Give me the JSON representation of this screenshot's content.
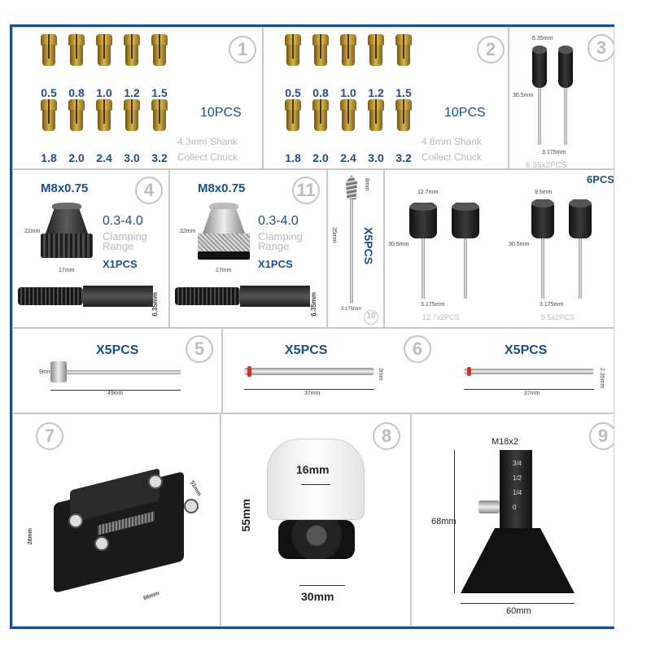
{
  "panels": {
    "p1": {
      "number": "1",
      "sizes_top": [
        "0.5",
        "0.8",
        "1.0",
        "1.2",
        "1.5"
      ],
      "sizes_bottom": [
        "1.8",
        "2.0",
        "2.4",
        "3.0",
        "3.2"
      ],
      "qty": "10PCS",
      "shank": "4.3mm Shank",
      "desc": "Collect Chuck"
    },
    "p2": {
      "number": "2",
      "sizes_top": [
        "0.5",
        "0.8",
        "1.0",
        "1.2",
        "1.5"
      ],
      "sizes_bottom": [
        "1.8",
        "2.0",
        "2.4",
        "3.0",
        "3.2"
      ],
      "qty": "10PCS",
      "shank": "4.8mm Shank",
      "desc": "Collect Chuck"
    },
    "p3": {
      "number": "3",
      "dim_top": "6.35mm",
      "dim_side": "30.5mm",
      "dim_bottom": "3.175mm",
      "label": "6.35x2PCS",
      "qty_total": "6PCS",
      "label_left": "12.7x2PCS",
      "label_right": "9.5x2PCS",
      "dim_left_top": "12.7mm",
      "dim_right_top": "9.5mm",
      "dim_left_side": "30.5mm",
      "dim_right_side": "30.5mm",
      "dim_left_bottom": "3.175mm",
      "dim_right_bottom": "3.175mm"
    },
    "p4": {
      "number": "4",
      "thread": "M8x0.75",
      "range": "0.3-4.0",
      "range_label1": "Clamping",
      "range_label2": "Range",
      "qty": "X1PCS",
      "dim_h": "22mm",
      "dim_w": "17mm",
      "dim_shank": "6.35mm"
    },
    "p11": {
      "number": "11",
      "thread": "M8x0.75",
      "range": "0.3-4.0",
      "range_label1": "Clamping",
      "range_label2": "Range",
      "qty": "X1PCS",
      "dim_h": "22mm",
      "dim_w": "17mm",
      "dim_shank": "6.35mm"
    },
    "p10": {
      "number": "10",
      "qty": "X5PCS",
      "dim_top": "8mm",
      "dim_len": "35mm",
      "dim_bottom": "3.175mm"
    },
    "p5": {
      "number": "5",
      "qty": "X5PCS",
      "dim_h": "9mm",
      "dim_len": "49mm"
    },
    "p6": {
      "number": "6",
      "qty_left": "X5PCS",
      "qty_right": "X5PCS",
      "dim_left_len": "37mm",
      "dim_left_h": "3mm",
      "dim_right_len": "37mm",
      "dim_right_h": "2.35mm"
    },
    "p7": {
      "number": "7",
      "dim_w": "66mm",
      "dim_h": "26mm",
      "dim_d": "51mm"
    },
    "p8": {
      "number": "8",
      "dim_inner": "16mm",
      "dim_h": "55mm",
      "dim_w": "30mm"
    },
    "p9": {
      "number": "9",
      "thread": "M18x2",
      "dim_h": "68mm",
      "dim_w": "60mm",
      "scale": [
        "3/4",
        "1/2",
        "1/4",
        "0"
      ]
    }
  },
  "colors": {
    "frame": "#1d4f85",
    "accent_text": "#1d4f85",
    "muted": "#b9b9b9",
    "brass": "#d8b34c"
  }
}
